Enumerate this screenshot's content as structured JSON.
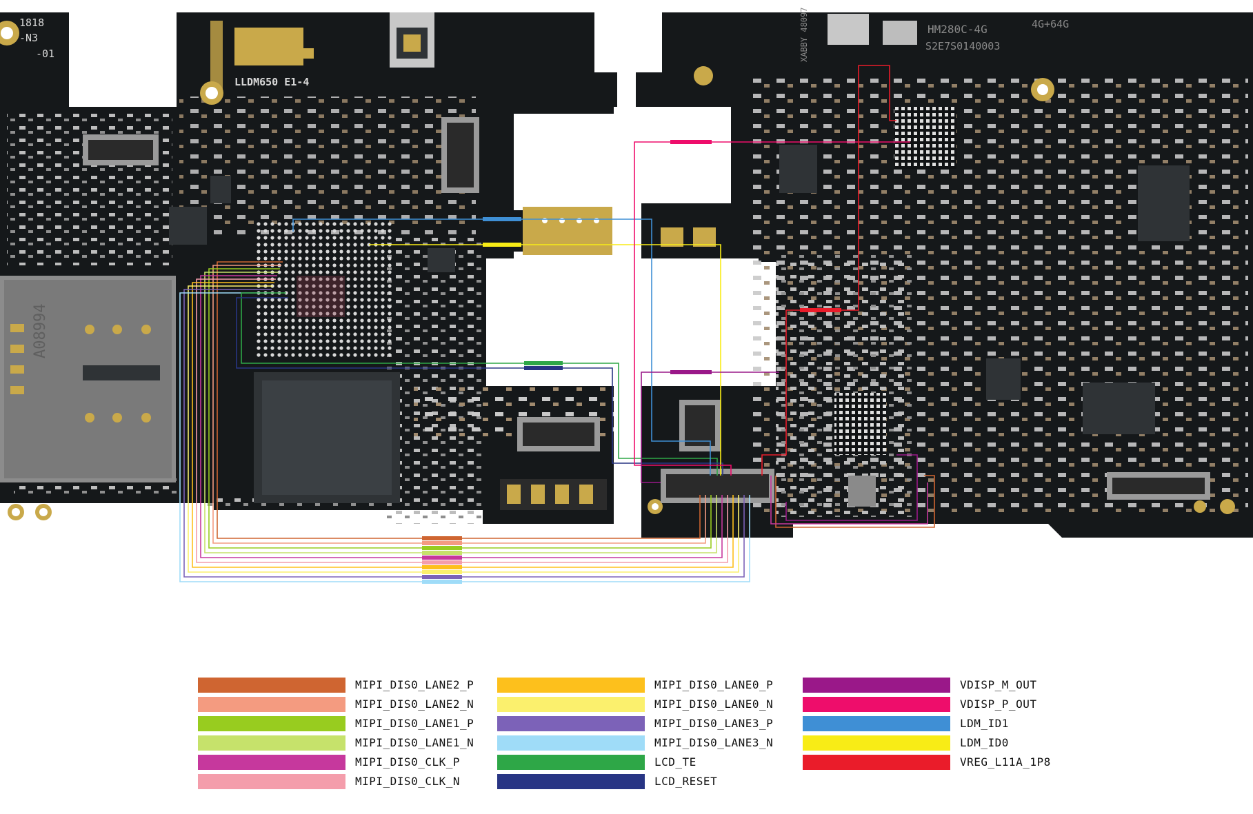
{
  "board": {
    "silkscreen": {
      "left_model": "LLDM650  E1-4",
      "left_corner_1": "1818",
      "left_corner_2": "-N3",
      "left_corner_3": "-01",
      "right_model": "HM280C-4G",
      "right_serial": "S2E7S0140003",
      "right_memory": "4G+64G",
      "right_code": "XABBY 48097",
      "sim_marking": "A08994"
    },
    "colors": {
      "pcb": "#15181a",
      "pcb_trace": "#22272a",
      "gold": "#c9a94a",
      "silver": "#c8c8c8",
      "chip": "#2f3336"
    }
  },
  "signals": [
    {
      "id": "lane2p",
      "name": "MIPI_DIS0_LANE2_P",
      "color": "#cf6531"
    },
    {
      "id": "lane2n",
      "name": "MIPI_DIS0_LANE2_N",
      "color": "#f49b80"
    },
    {
      "id": "lane1p",
      "name": "MIPI_DIS0_LANE1_P",
      "color": "#98cc1f"
    },
    {
      "id": "lane1n",
      "name": "MIPI_DIS0_LANE1_N",
      "color": "#c6e26b"
    },
    {
      "id": "clkp",
      "name": "MIPI_DIS0_CLK_P",
      "color": "#c6389d"
    },
    {
      "id": "clkn",
      "name": "MIPI_DIS0_CLK_N",
      "color": "#f49dab"
    },
    {
      "id": "lane0p",
      "name": "MIPI_DIS0_LANE0_P",
      "color": "#fdc01c"
    },
    {
      "id": "lane0n",
      "name": "MIPI_DIS0_LANE0_N",
      "color": "#fbf06d"
    },
    {
      "id": "lane3p",
      "name": "MIPI_DIS0_LANE3_P",
      "color": "#7c62b8"
    },
    {
      "id": "lane3n",
      "name": "MIPI_DIS0_LANE3_N",
      "color": "#9fdcf8"
    },
    {
      "id": "lcdte",
      "name": "LCD_TE",
      "color": "#2ea747"
    },
    {
      "id": "lcdreset",
      "name": "LCD_RESET",
      "color": "#283584"
    },
    {
      "id": "vdispm",
      "name": "VDISP_M_OUT",
      "color": "#9a1889"
    },
    {
      "id": "vdispp",
      "name": "VDISP_P_OUT",
      "color": "#ee0d6b"
    },
    {
      "id": "ldmid1",
      "name": "LDM_ID1",
      "color": "#3f8fd5"
    },
    {
      "id": "ldmid0",
      "name": "LDM_ID0",
      "color": "#f8ec16"
    },
    {
      "id": "vreg",
      "name": "VREG_L11A_1P8",
      "color": "#ea1c2a"
    }
  ]
}
